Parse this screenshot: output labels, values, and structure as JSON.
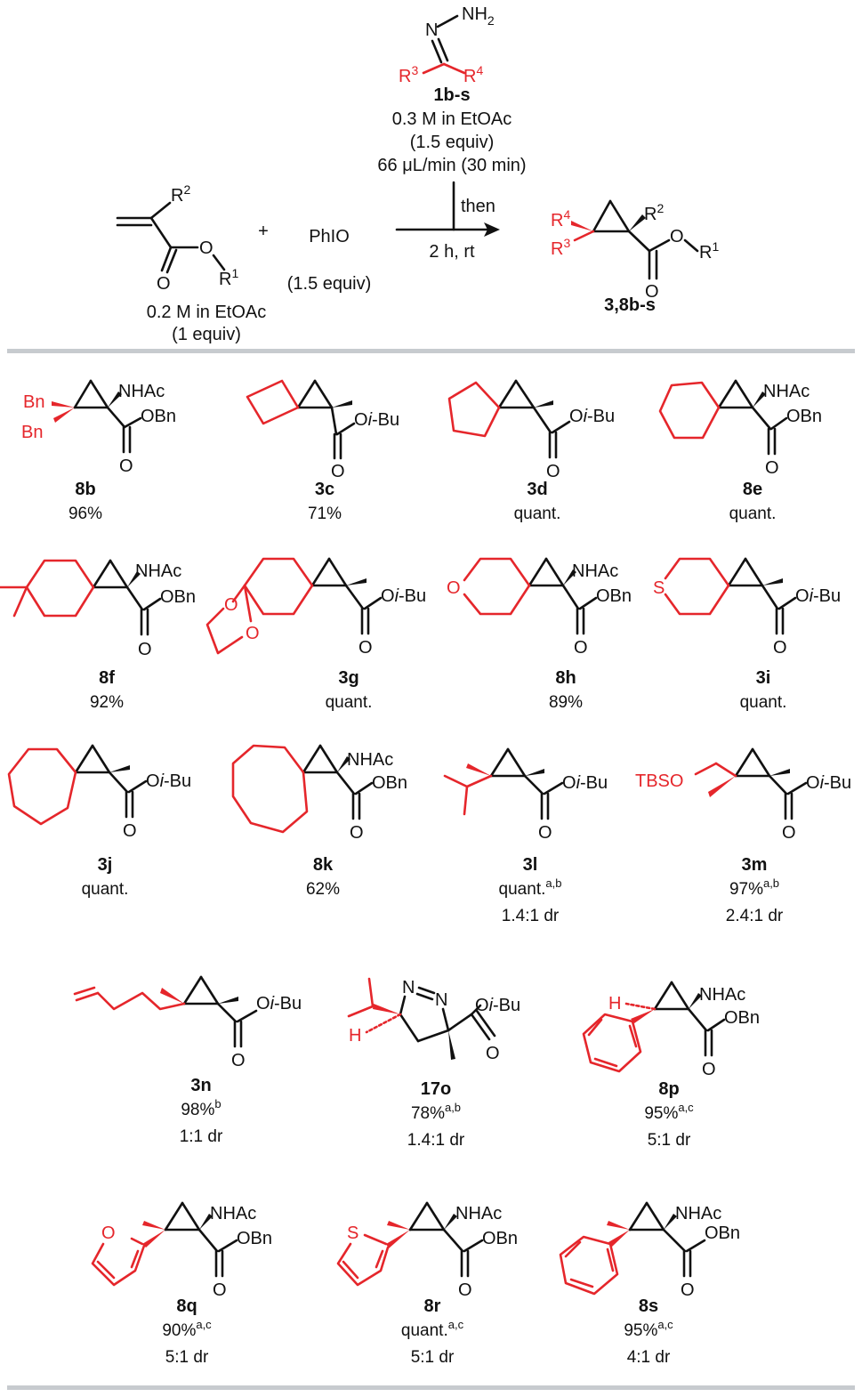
{
  "scheme": {
    "reagent": {
      "formula_top": "NH",
      "formula_sub": "2",
      "n_label": "N",
      "r3": "R",
      "r3_sup": "3",
      "r4": "R",
      "r4_sup": "4",
      "label": "1b-s",
      "line1": "0.3 M in EtOAc",
      "line2": "(1.5 equiv)",
      "line3": "66 μL/min (30 min)"
    },
    "acrylate": {
      "r2": "R",
      "r2_sup": "2",
      "o": "O",
      "o2": "O",
      "r1": "R",
      "r1_sup": "1",
      "conc": "0.2 M in EtOAc",
      "equiv": "(1 equiv)"
    },
    "plus": "+",
    "oxidant": {
      "name": "PhIO",
      "equiv": "(1.5 equiv)"
    },
    "arrow": {
      "above": "then",
      "below": "2 h, rt"
    },
    "product": {
      "r4": "R",
      "r4_sup": "4",
      "r3": "R",
      "r3_sup": "3",
      "r2": "R",
      "r2_sup": "2",
      "o": "O",
      "o2": "O",
      "r1": "R",
      "r1_sup": "1",
      "label": "3,8b-s"
    }
  },
  "compounds": [
    {
      "id": "8b",
      "yield": "96%",
      "note": "",
      "dr": ""
    },
    {
      "id": "3c",
      "yield": "71%",
      "note": "",
      "dr": ""
    },
    {
      "id": "3d",
      "yield": "quant.",
      "note": "",
      "dr": ""
    },
    {
      "id": "8e",
      "yield": "quant.",
      "note": "",
      "dr": ""
    },
    {
      "id": "8f",
      "yield": "92%",
      "note": "",
      "dr": ""
    },
    {
      "id": "3g",
      "yield": "quant.",
      "note": "",
      "dr": ""
    },
    {
      "id": "8h",
      "yield": "89%",
      "note": "",
      "dr": ""
    },
    {
      "id": "3i",
      "yield": "quant.",
      "note": "",
      "dr": ""
    },
    {
      "id": "3j",
      "yield": "quant.",
      "note": "",
      "dr": ""
    },
    {
      "id": "8k",
      "yield": "62%",
      "note": "",
      "dr": ""
    },
    {
      "id": "3l",
      "yield": "quant.",
      "note": "a,b",
      "dr": "1.4:1 dr"
    },
    {
      "id": "3m",
      "yield": "97%",
      "note": "a,b",
      "dr": "2.4:1 dr"
    },
    {
      "id": "3n",
      "yield": "98%",
      "note": "b",
      "dr": "1:1 dr"
    },
    {
      "id": "17o",
      "yield": "78%",
      "note": "a,b",
      "dr": "1.4:1 dr"
    },
    {
      "id": "8p",
      "yield": "95%",
      "note": "a,c",
      "dr": "5:1 dr"
    },
    {
      "id": "8q",
      "yield": "90%",
      "note": "a,c",
      "dr": "5:1 dr"
    },
    {
      "id": "8r",
      "yield": "quant.",
      "note": "a,c",
      "dr": "5:1 dr"
    },
    {
      "id": "8s",
      "yield": "95%",
      "note": "a,c",
      "dr": "4:1 dr"
    }
  ],
  "groups": {
    "nhac": "NHAc",
    "obn": "OBn",
    "oibu_o": "O",
    "oibu_i": "i",
    "oibu_bu": "-Bu",
    "o": "O",
    "bn": "Bn",
    "tbso": "TBSO",
    "s": "S",
    "h": "H",
    "n": "N"
  },
  "colors": {
    "accent": "#e5262b",
    "ink": "#111111",
    "rule": "#c7cbcf"
  }
}
